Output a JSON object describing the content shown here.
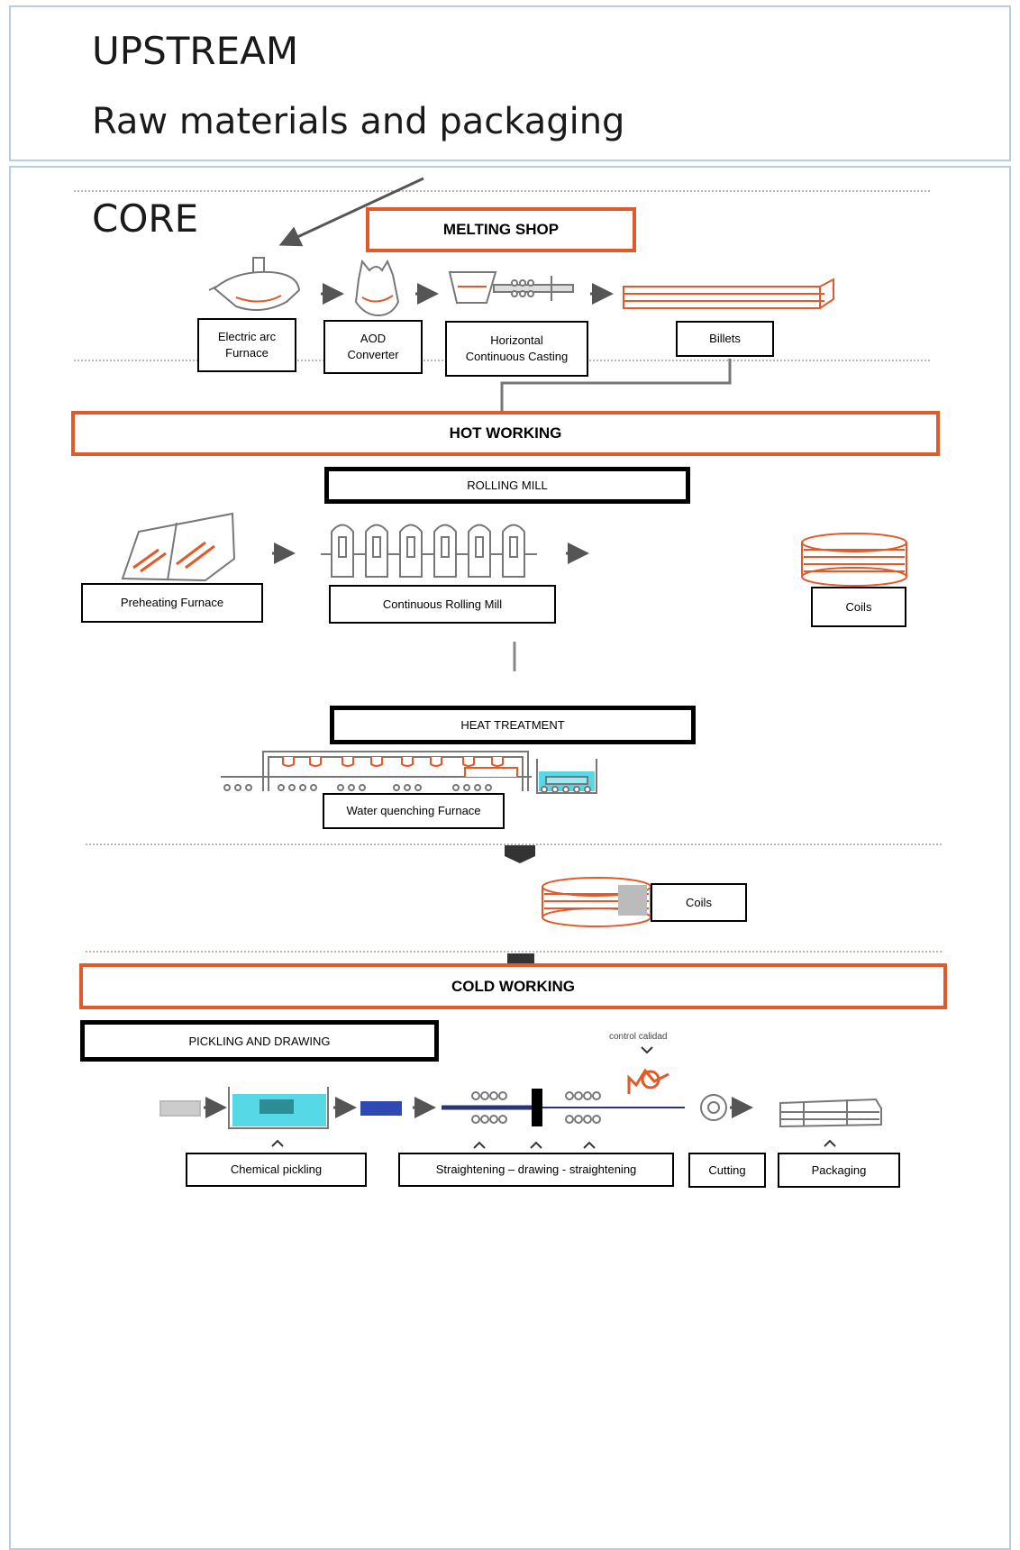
{
  "upstream": {
    "title": "UPSTREAM",
    "subtitle": "Raw materials and packaging"
  },
  "core": {
    "title": "CORE"
  },
  "melting": {
    "title": "MELTING SHOP",
    "steps": [
      "Electric arc\nFurnace",
      "AOD\nConverter",
      "Horizontal\nContinuous Casting",
      "Billets"
    ]
  },
  "hot": {
    "title": "HOT WORKING",
    "rolling_title": "ROLLING MILL",
    "preheating": "Preheating Furnace",
    "rolling": "Continuous Rolling Mill",
    "coils": "Coils",
    "heat_title": "HEAT TREATMENT",
    "quench": "Water quenching Furnace",
    "coils2": "Coils"
  },
  "cold": {
    "title": "COLD WORKING",
    "pickling_title": "PICKLING AND DRAWING",
    "quality": "control calidad",
    "steps": [
      "Chemical pickling",
      "Straightening – drawing - straightening",
      "Cutting",
      "Packaging"
    ]
  },
  "colors": {
    "accent": "#e2592a",
    "frame": "#b8cde2",
    "cyan": "#57d8e6",
    "blue": "#27357f"
  }
}
